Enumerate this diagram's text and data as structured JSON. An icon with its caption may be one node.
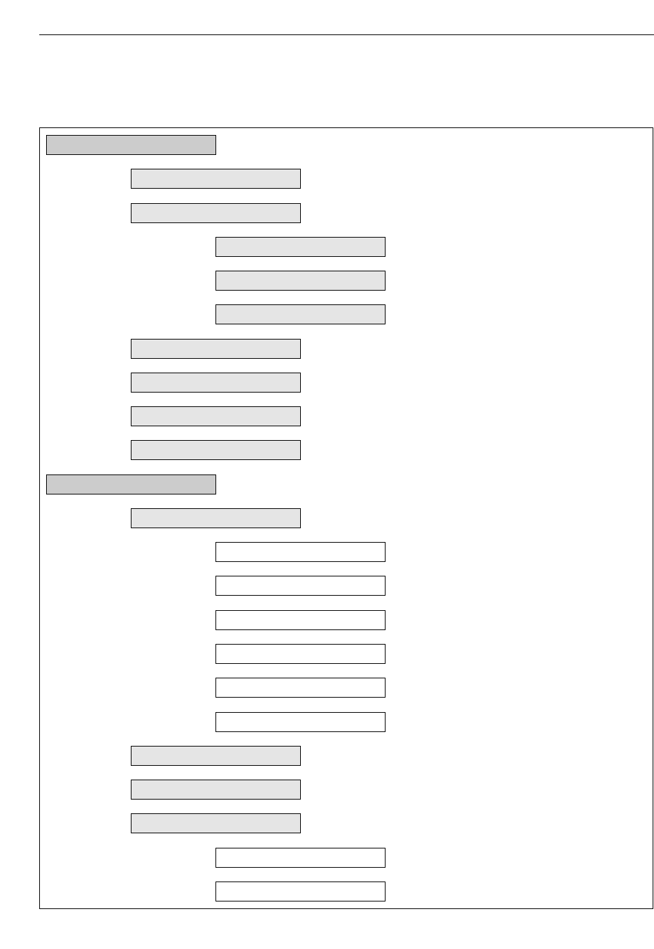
{
  "diagram": {
    "nodes": [
      {
        "text": [],
        "shape": "box"
      },
      {
        "text": [],
        "shape": "box",
        "in": 0
      },
      {
        "text": [],
        "shape": "box",
        "in": 0
      },
      {
        "text": [],
        "shape": "box",
        "in": 0
      },
      {
        "text": [],
        "shape": "box",
        "in": 0
      },
      {
        "text": [],
        "shape": "box",
        "in": 0
      },
      {
        "text": [],
        "shape": "box",
        "in": 0
      },
      {
        "text": [],
        "shape": "box",
        "in": 0
      },
      {
        "text": [],
        "shape": "box",
        "in": 0
      },
      {
        "text": [],
        "shape": "box",
        "in": 0
      },
      {
        "text": [],
        "shape": "box",
        "in": 0
      },
      {
        "text": [],
        "shape": "box",
        "in": 0
      },
      {
        "text": [],
        "shape": "box",
        "in": 0
      },
      {
        "text": [],
        "shape": "box",
        "in": 0
      },
      {
        "text": [],
        "shape": "box",
        "in": 0
      },
      {
        "text": [],
        "shape": "box",
        "in": 0
      },
      {
        "text": [],
        "shape": "box",
        "in": 0
      },
      {
        "text": [],
        "shape": "box",
        "in": 0
      },
      {
        "text": [],
        "shape": "box",
        "in": 0
      },
      {
        "text": [],
        "shape": "box",
        "in": 0
      },
      {
        "text": [],
        "shape": "box",
        "in": 0
      },
      {
        "text": [],
        "shape": "box",
        "in": 0
      },
      {
        "text": [],
        "shape": "box",
        "in": 0
      },
      {
        "text": [],
        "shape": "box",
        "in": 0
      }
    ]
  }
}
